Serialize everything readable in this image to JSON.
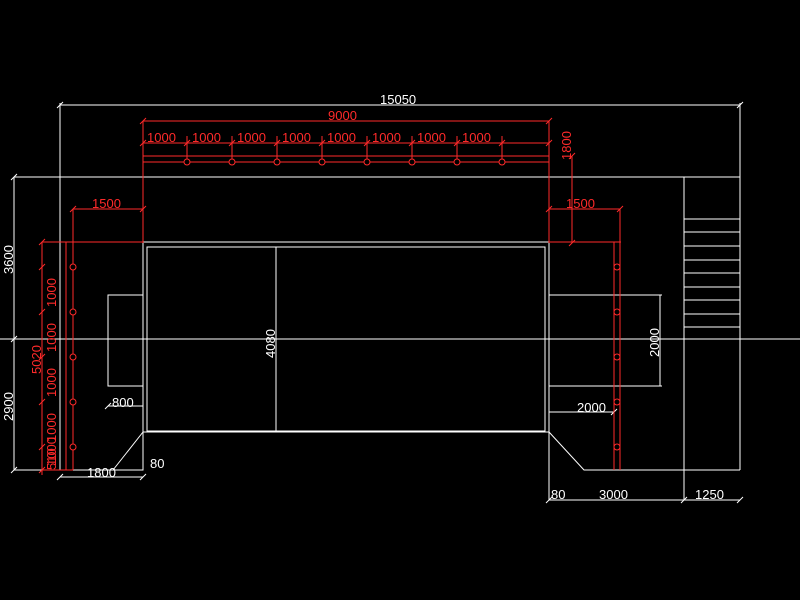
{
  "drawing": {
    "colors": {
      "background": "#000000",
      "outline": "#ffffff",
      "dimension_red": "#ff2a2a"
    },
    "overall_width": "15050",
    "top_span": "9000",
    "top_spacings": [
      "1000",
      "1000",
      "1000",
      "1000",
      "1000",
      "1000",
      "1000",
      "1000"
    ],
    "right_vertical_top": "1800",
    "left_offset": "1500",
    "right_offset": "1500",
    "left_height_upper": "3600",
    "left_height_lower": "2900",
    "left_red_total": "5020",
    "left_red_spacings": [
      "1000",
      "1000",
      "1000",
      "1000",
      "1000"
    ],
    "left_red_bottom": "510",
    "center_height": "4080",
    "left_notch_width": "800",
    "left_bottom_width": "1800",
    "left_bottom_gap": "80",
    "right_notch_height": "2000",
    "right_notch_width": "2000",
    "right_bottom_gap": "80",
    "right_bottom_width": "3000",
    "right_end_width": "1250"
  }
}
